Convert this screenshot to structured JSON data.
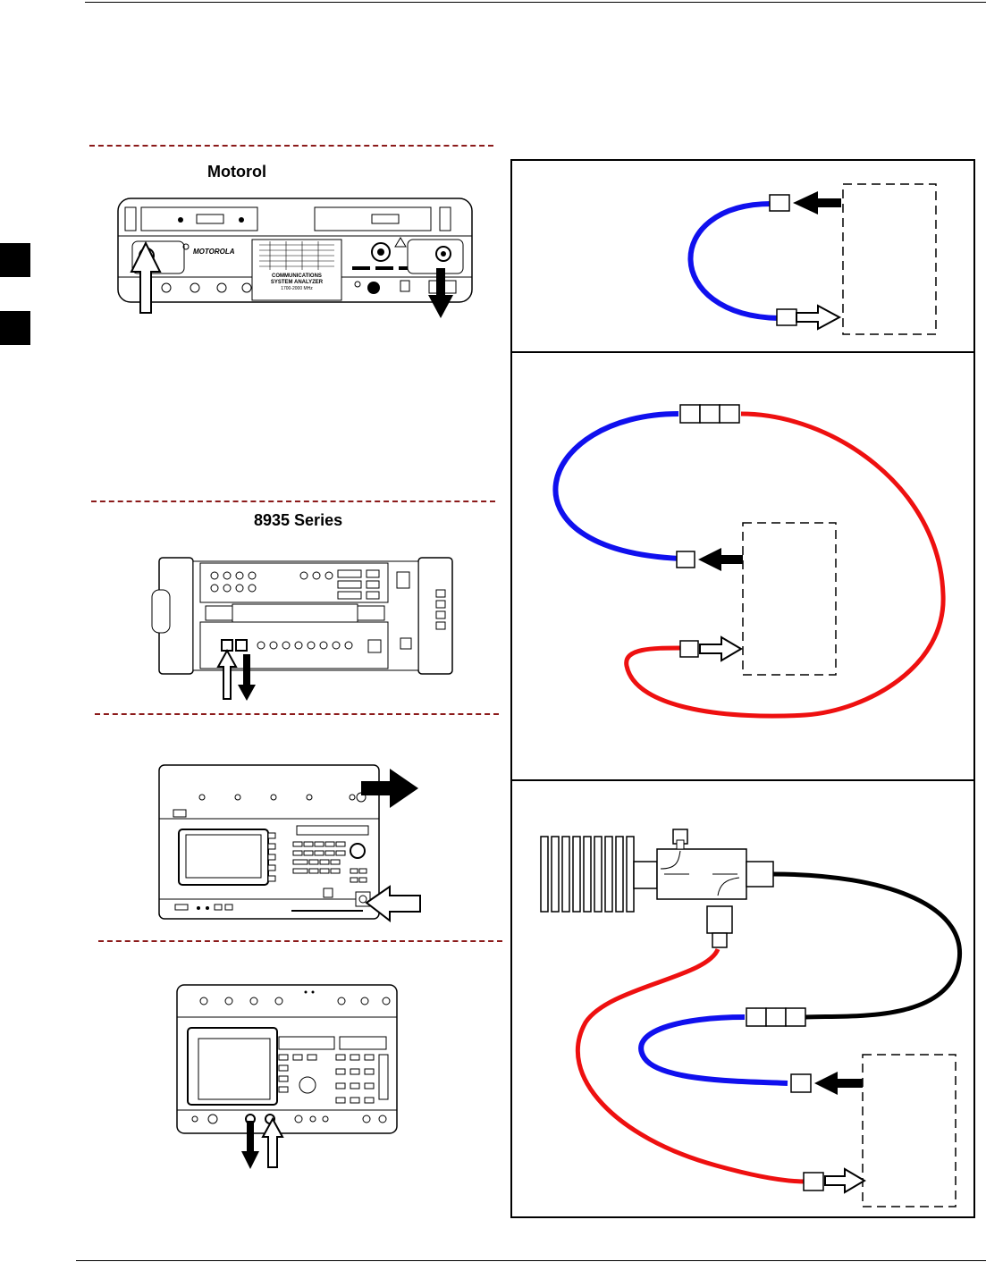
{
  "figure": {
    "labels": {
      "motorola": "Motorol",
      "hp8935": "8935 Series"
    },
    "analyzer_panel": {
      "brand": "MOTOROLA",
      "title_line1": "COMMUNICATIONS",
      "title_line2": "SYSTEM ANALYZER",
      "title_line3": "1700-2000 MHz"
    },
    "cable_colors": {
      "blue": "#1010ee",
      "red": "#ee1010",
      "black": "#000000"
    }
  }
}
